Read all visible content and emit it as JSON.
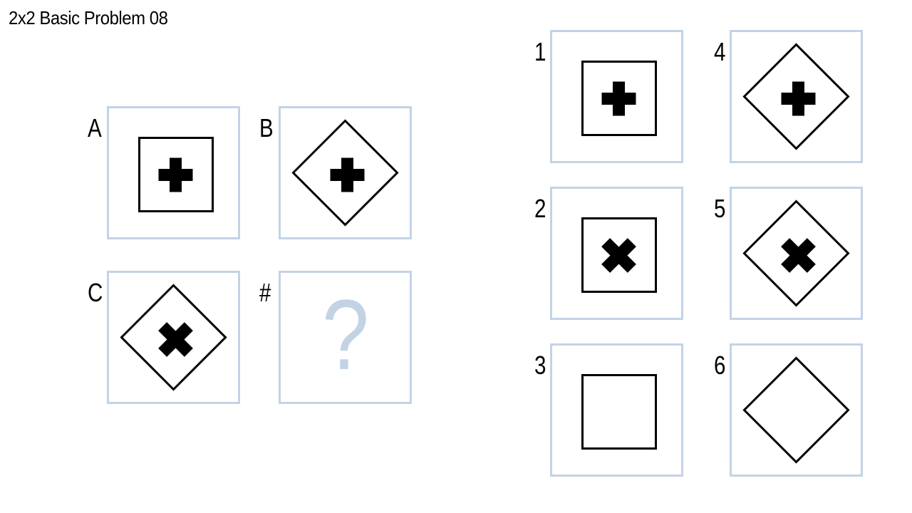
{
  "title": "2x2 Basic Problem 08",
  "colors": {
    "cell_border": "#c3d3e6",
    "shape_stroke": "#000000",
    "question_mark": "#c3d3e6"
  },
  "matrix": {
    "cells": [
      {
        "label": "A",
        "outer": "square",
        "inner": "plus"
      },
      {
        "label": "B",
        "outer": "diamond",
        "inner": "plus"
      },
      {
        "label": "C",
        "outer": "diamond",
        "inner": "x"
      },
      {
        "label": "#",
        "outer": "none",
        "inner": "question",
        "symbol": "?"
      }
    ]
  },
  "answers": {
    "options": [
      {
        "label": "1",
        "outer": "square",
        "inner": "plus"
      },
      {
        "label": "2",
        "outer": "square",
        "inner": "x"
      },
      {
        "label": "3",
        "outer": "square",
        "inner": "none"
      },
      {
        "label": "4",
        "outer": "diamond",
        "inner": "plus"
      },
      {
        "label": "5",
        "outer": "diamond",
        "inner": "x"
      },
      {
        "label": "6",
        "outer": "diamond",
        "inner": "none"
      }
    ]
  }
}
